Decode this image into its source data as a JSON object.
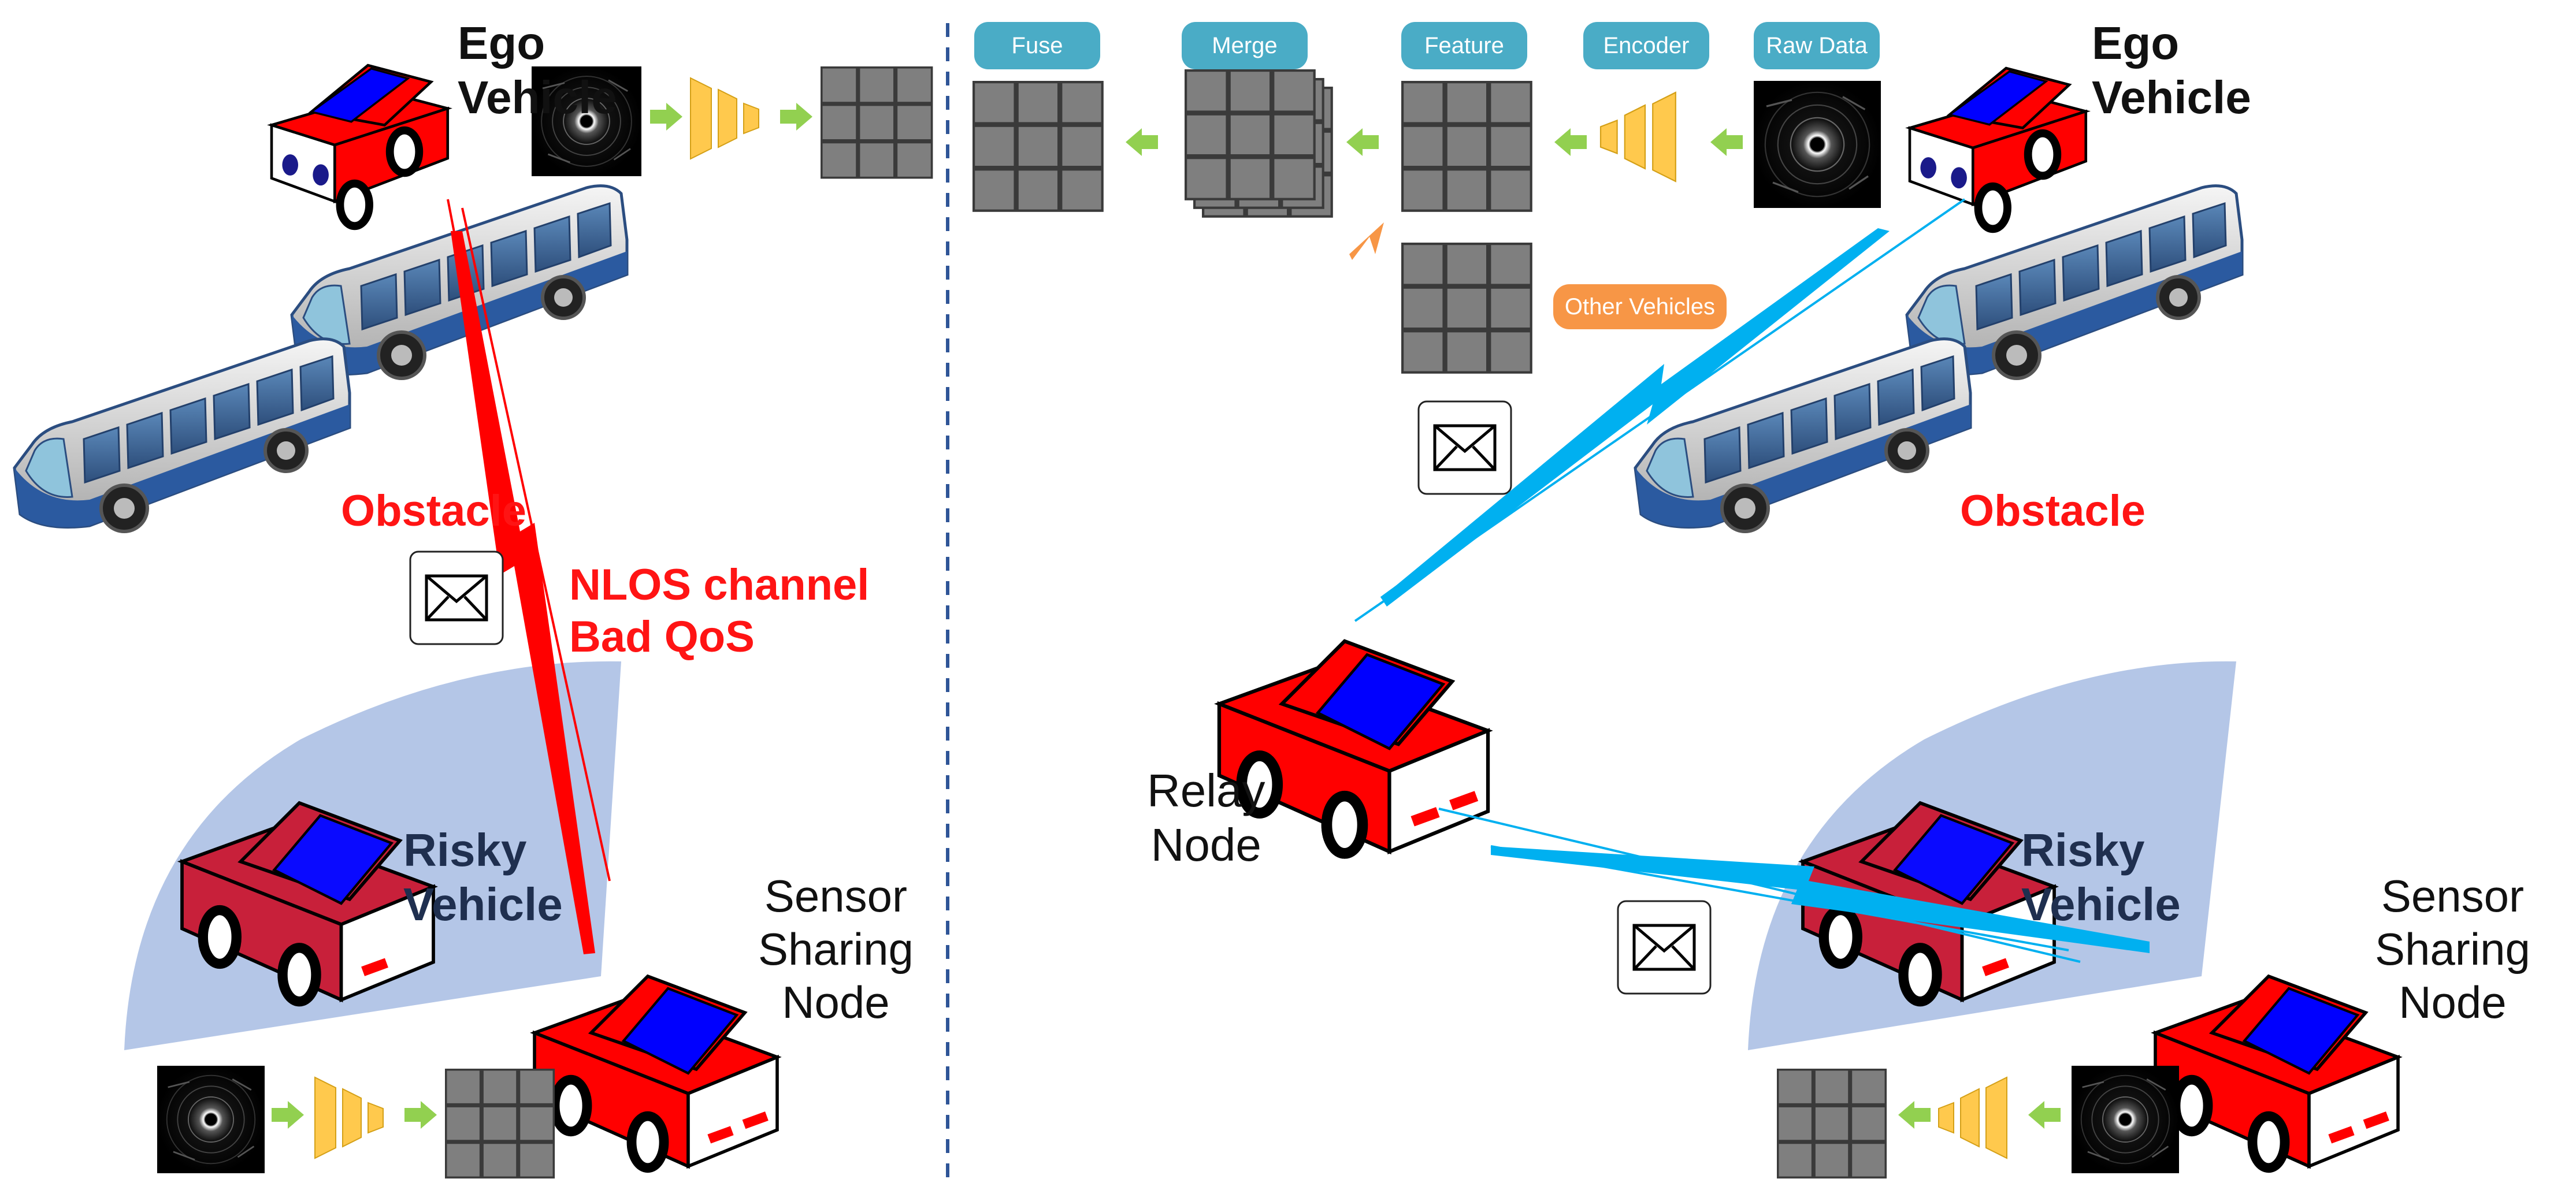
{
  "left": {
    "ego_label": [
      "Ego",
      "Vehicle"
    ],
    "obstacle": "Obstacle",
    "nlos": [
      "NLOS channel",
      "Bad QoS"
    ],
    "risky": [
      "Risky",
      "Vehicle"
    ],
    "sensor": [
      "Sensor",
      "Sharing",
      "Node"
    ]
  },
  "right": {
    "pipeline": {
      "raw": "Raw Data",
      "encoder": "Encoder",
      "feature": "Feature",
      "merge": "Merge",
      "fuse": "Fuse"
    },
    "other_vehicles": "Other Vehicles",
    "ego_label": [
      "Ego",
      "Vehicle"
    ],
    "obstacle": "Obstacle",
    "relay": [
      "Relay",
      "Node"
    ],
    "risky": [
      "Risky",
      "Vehicle"
    ],
    "sensor": [
      "Sensor",
      "Sharing",
      "Node"
    ]
  },
  "colors": {
    "car_red": "#ff0000",
    "car_blue": "#0a0aff",
    "risky_red": "#c8203a",
    "pill_blue": "#4aacc6",
    "pill_orange": "#f79646",
    "encoder_yellow": "#ffc94d",
    "arrow_green": "#92d050",
    "grid_gray": "#7f7f7f",
    "fov_blue": "#b4c6e7",
    "nlos_red": "#ff0000",
    "link_blue": "#00b0f0",
    "divider_blue": "#2f5597"
  },
  "icons": [
    "envelope-icon",
    "lidar-image-icon",
    "encoder-icon",
    "feature-grid-icon",
    "arrow-icon",
    "bus-icon",
    "car-icon"
  ]
}
